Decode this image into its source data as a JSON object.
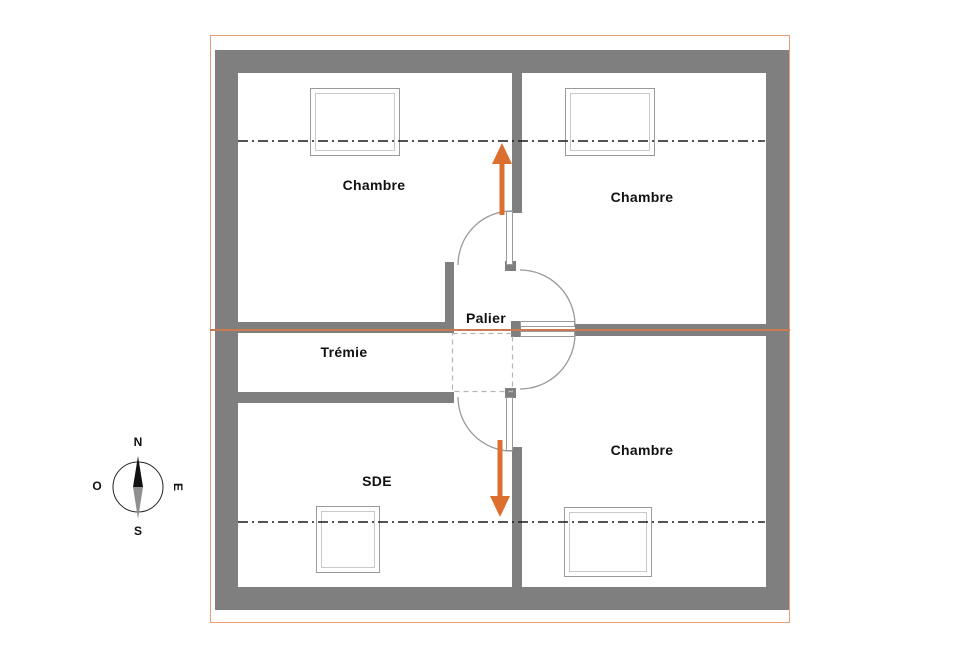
{
  "floorplan": {
    "labels": {
      "chambre_top_left": "Chambre",
      "chambre_top_right": "Chambre",
      "chambre_bottom_right": "Chambre",
      "palier": "Palier",
      "tremie": "Trémie",
      "sde": "SDE"
    },
    "compass": {
      "north": "N",
      "south": "S",
      "east": "E",
      "west": "O"
    },
    "colors": {
      "wall_gray": "#7f7f7f",
      "door_line_gray": "#9a9a9a",
      "attic_limit_black": "#1a1a1a",
      "arrow_orange": "#dc6e2e",
      "frame_orange": "#eb9e74",
      "section_line_orange": "#c97a50"
    }
  }
}
